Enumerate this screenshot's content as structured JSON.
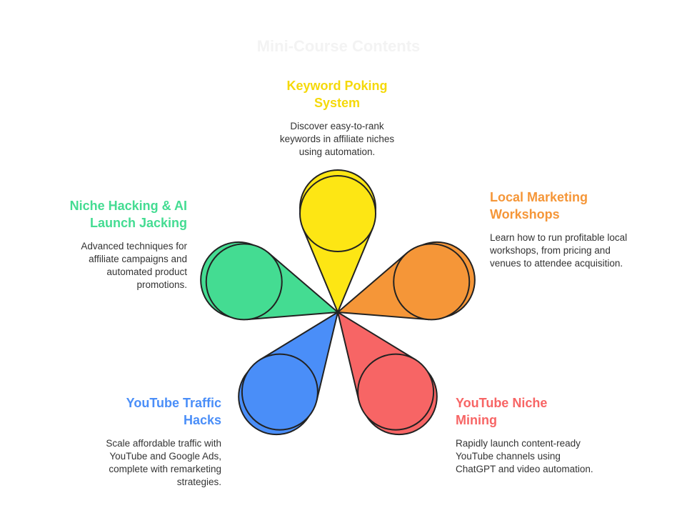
{
  "title": "Mini-Course Contents",
  "items": [
    {
      "title": "Keyword Poking System",
      "desc": "Discover easy-to-rank keywords in affiliate niches using automation.",
      "color": "#fde614"
    },
    {
      "title": "Local Marketing Workshops",
      "desc": "Learn how to run profitable local workshops, from pricing and venues to attendee acquisition.",
      "color": "#f59638"
    },
    {
      "title": "YouTube Niche Mining",
      "desc": "Rapidly launch content-ready YouTube channels using ChatGPT and video automation.",
      "color": "#f76565"
    },
    {
      "title": "YouTube Traffic Hacks",
      "desc": "Scale affordable traffic with YouTube and Google Ads, complete with remarketing strategies.",
      "color": "#4a8ef8"
    },
    {
      "title": "Niche Hacking & AI Launch Jacking",
      "desc": "Advanced techniques for affiliate campaigns and automated product promotions.",
      "color": "#44dc92"
    }
  ]
}
